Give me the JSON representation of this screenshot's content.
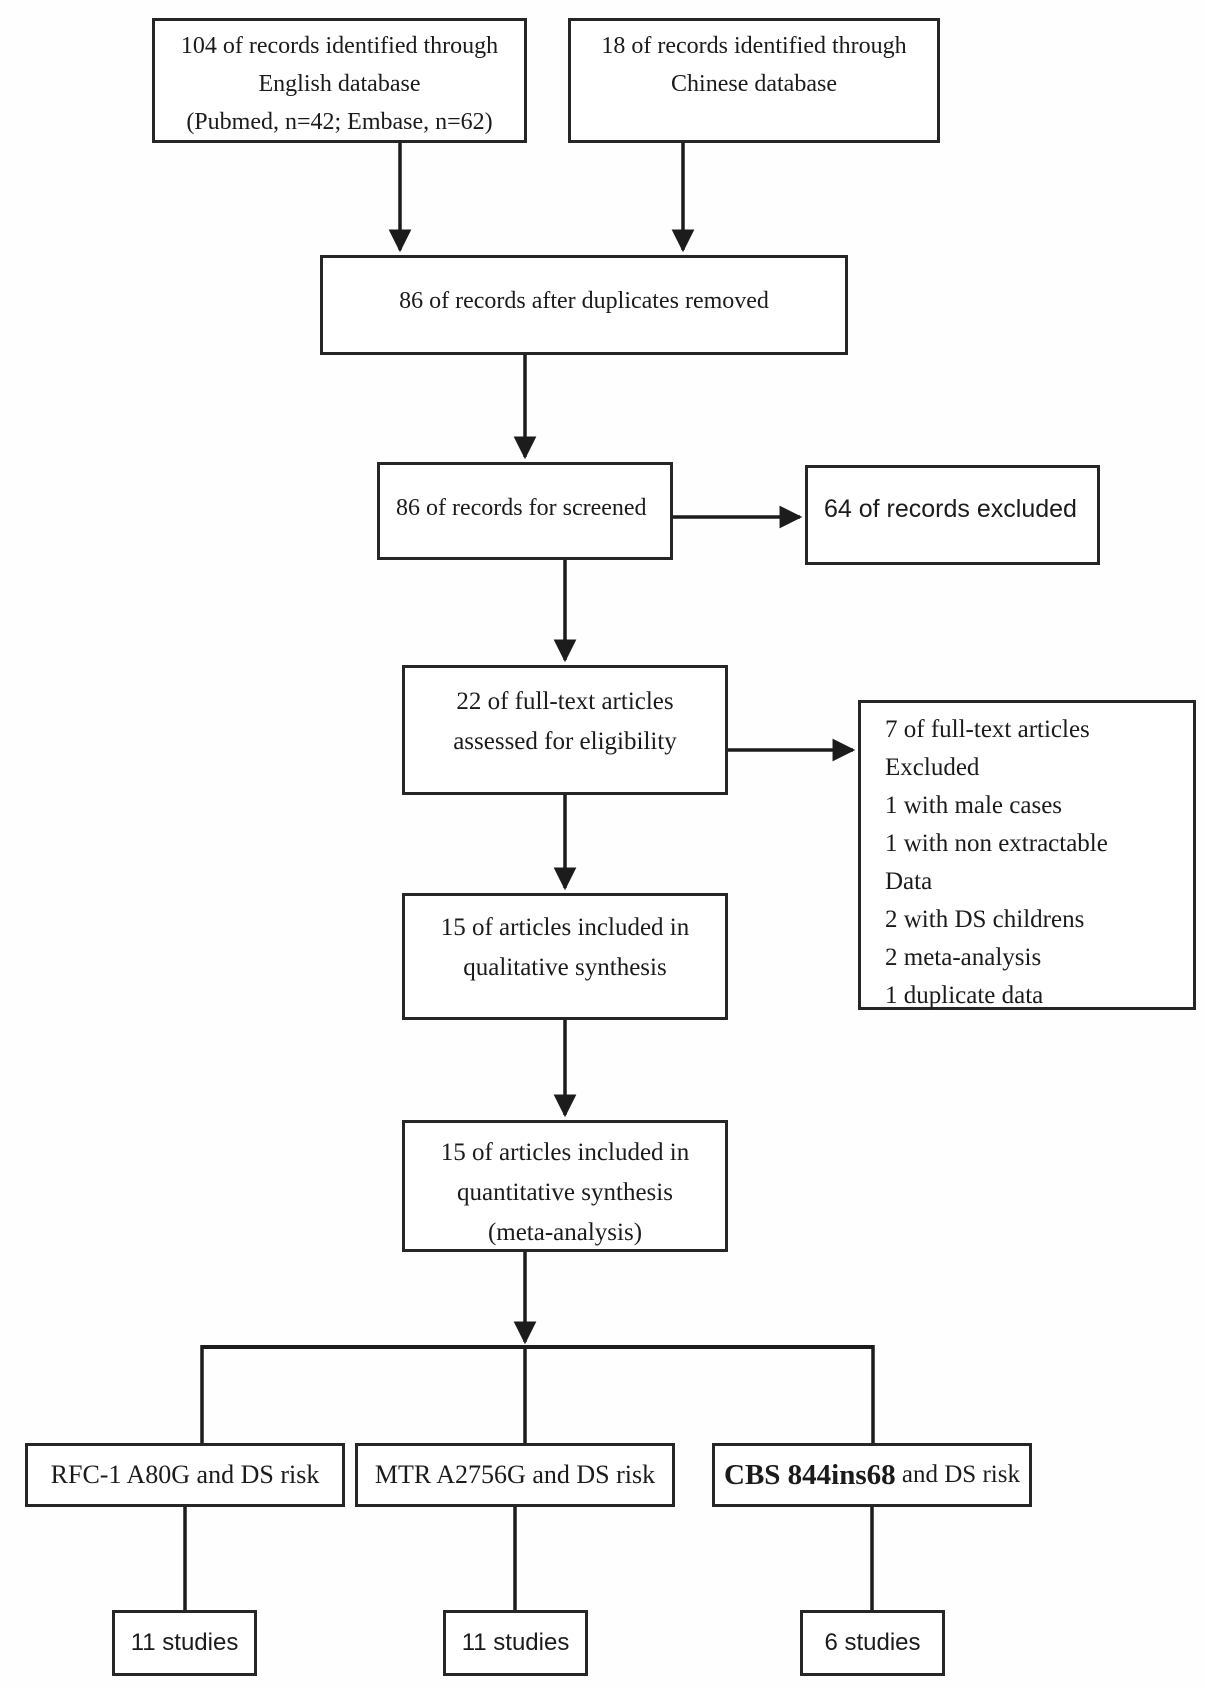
{
  "diagram": {
    "kind": "study-selection-flowchart",
    "colors": {
      "line": "#1c1c1c",
      "box_border": "#262626",
      "text": "#1b1b1b",
      "background": "#ffffff"
    },
    "boxes": {
      "english_db": {
        "lines": [
          "104 of records identified through",
          "English database",
          "(Pubmed, n=42; Embase, n=62)"
        ]
      },
      "chinese_db": {
        "lines": [
          "18 of records identified through",
          "Chinese database"
        ]
      },
      "duplicates_removed": {
        "text": "86 of records after duplicates removed"
      },
      "screened": {
        "text": "86 of records for screened"
      },
      "records_excluded": {
        "text": "64 of records excluded"
      },
      "fulltext_assessed": {
        "lines": [
          "22 of full-text articles",
          "assessed for eligibility"
        ]
      },
      "fulltext_excluded": {
        "lines": [
          "7 of full-text articles",
          "Excluded",
          "1 with male cases",
          "1 with non extractable",
          "Data",
          "2 with DS childrens",
          "2 meta-analysis",
          "1 duplicate data"
        ]
      },
      "qualitative_synthesis": {
        "lines": [
          "15 of articles included in",
          "qualitative synthesis"
        ]
      },
      "quantitative_synthesis": {
        "lines": [
          "15 of articles included in",
          "quantitative synthesis",
          "(meta-analysis)"
        ]
      },
      "rfc1_risk": {
        "text": "RFC-1 A80G and DS risk"
      },
      "mtr_risk": {
        "text": "MTR A2756G and DS risk"
      },
      "cbs_risk": {
        "parts": [
          "CBS 844ins68",
          " and DS risk"
        ]
      },
      "rfc1_studies": {
        "text": "11 studies"
      },
      "mtr_studies": {
        "text": "11 studies"
      },
      "cbs_studies": {
        "text": "6 studies"
      }
    }
  }
}
